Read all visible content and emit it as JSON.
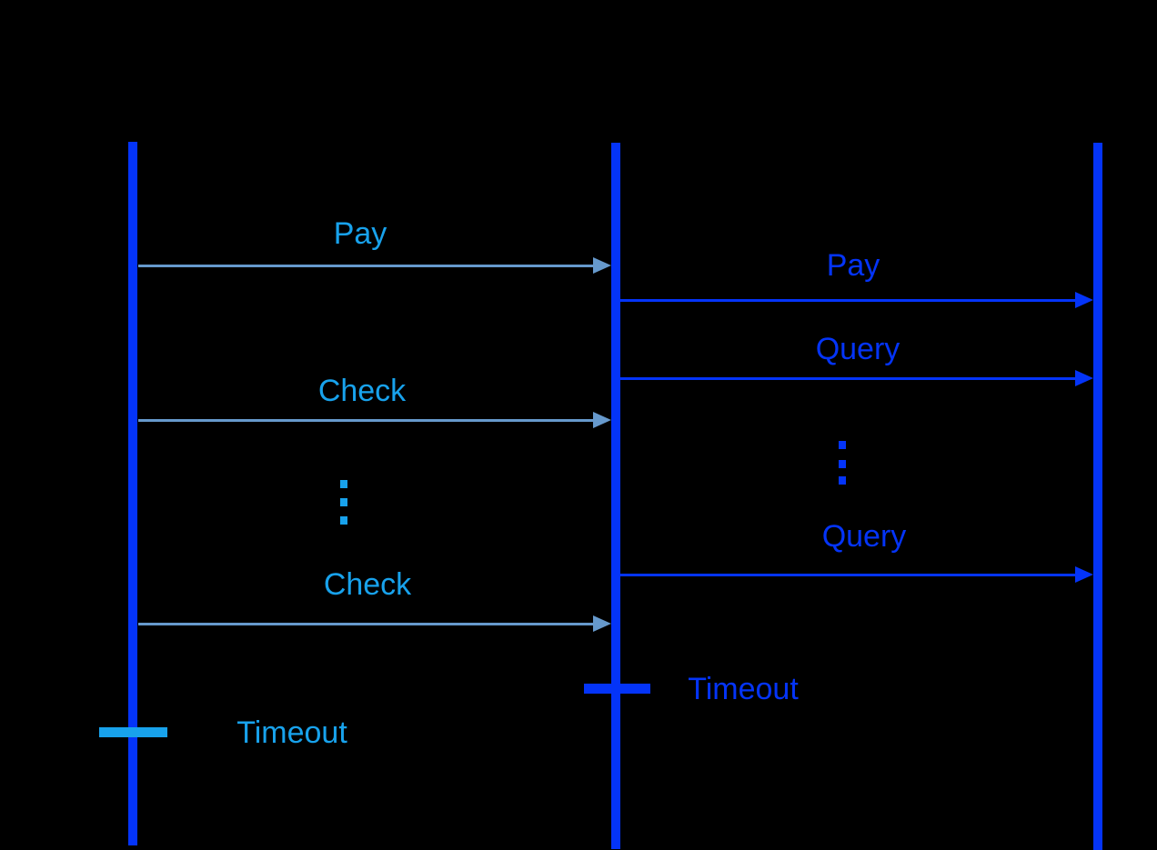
{
  "diagram": {
    "type": "sequence-diagram",
    "background": "#000000"
  },
  "colors": {
    "blue": "#0434F8",
    "cyan": "#18A2EC",
    "slate": "#6699CC",
    "bg": "#000000"
  },
  "lifelines": [
    {
      "id": "left"
    },
    {
      "id": "middle"
    },
    {
      "id": "right"
    }
  ],
  "messages": [
    {
      "label": "Pay",
      "from": "left",
      "to": "middle",
      "color": "#18A2EC",
      "line_color": "#6699CC"
    },
    {
      "label": "Pay",
      "from": "middle",
      "to": "right",
      "color": "#0434F8",
      "line_color": "#0434F8"
    },
    {
      "label": "Query",
      "from": "middle",
      "to": "right",
      "color": "#0434F8",
      "line_color": "#0434F8"
    },
    {
      "label": "Check",
      "from": "left",
      "to": "middle",
      "color": "#18A2EC",
      "line_color": "#6699CC"
    },
    {
      "label": "Query",
      "from": "middle",
      "to": "right",
      "color": "#0434F8",
      "line_color": "#0434F8"
    },
    {
      "label": "Check",
      "from": "left",
      "to": "middle",
      "color": "#18A2EC",
      "line_color": "#6699CC"
    }
  ],
  "ellipses": [
    {
      "on": "left-to-middle-track",
      "color": "#18A2EC"
    },
    {
      "on": "middle-to-right-track",
      "color": "#0434F8"
    }
  ],
  "timeouts": [
    {
      "label": "Timeout",
      "on": "middle",
      "color": "#0434F8"
    },
    {
      "label": "Timeout",
      "on": "left",
      "color": "#18A2EC"
    }
  ]
}
